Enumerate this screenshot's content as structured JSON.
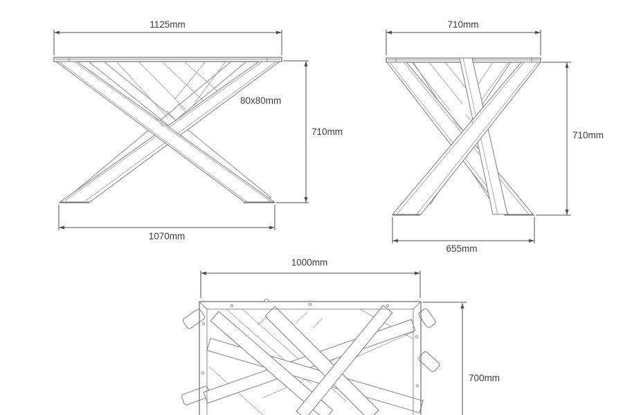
{
  "drawing": {
    "views": {
      "front": {
        "top_width": "1125mm",
        "tube_size": "80x80mm",
        "height": "710mm",
        "bottom_width": "1070mm"
      },
      "side": {
        "top_width": "710mm",
        "height": "710mm",
        "bottom_width": "655mm"
      },
      "plan": {
        "width": "1000mm",
        "depth": "700mm"
      }
    },
    "colors": {
      "background": "#ffffff",
      "drawing_line": "#8a8a8a",
      "dimension_line": "#4d4d4d",
      "text": "#3a3a3a"
    }
  }
}
